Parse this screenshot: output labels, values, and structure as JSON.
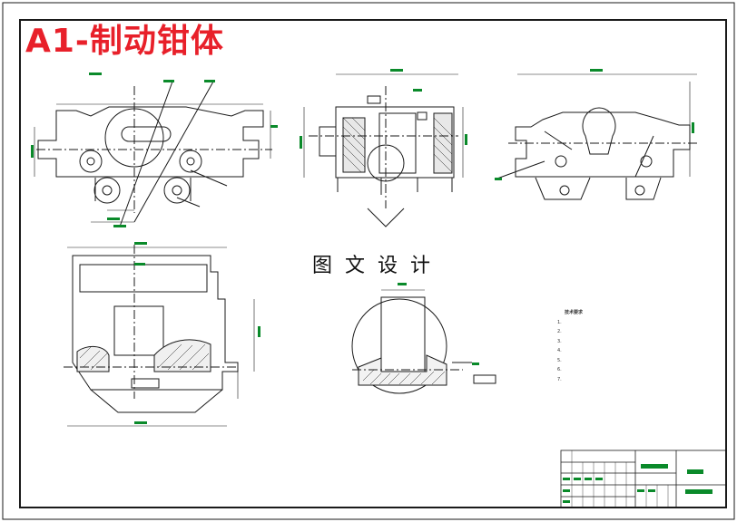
{
  "drawing": {
    "title": "A1-制动钳体",
    "watermark": "图文设计",
    "title_color": "#e8202a",
    "line_color": "#1a1a1a",
    "label_color": "#0a8a2a"
  },
  "technical_notes": {
    "heading": "技术要求",
    "items": [
      "1.",
      "2.",
      "3.",
      "4.",
      "5.",
      "6.",
      "7."
    ]
  }
}
